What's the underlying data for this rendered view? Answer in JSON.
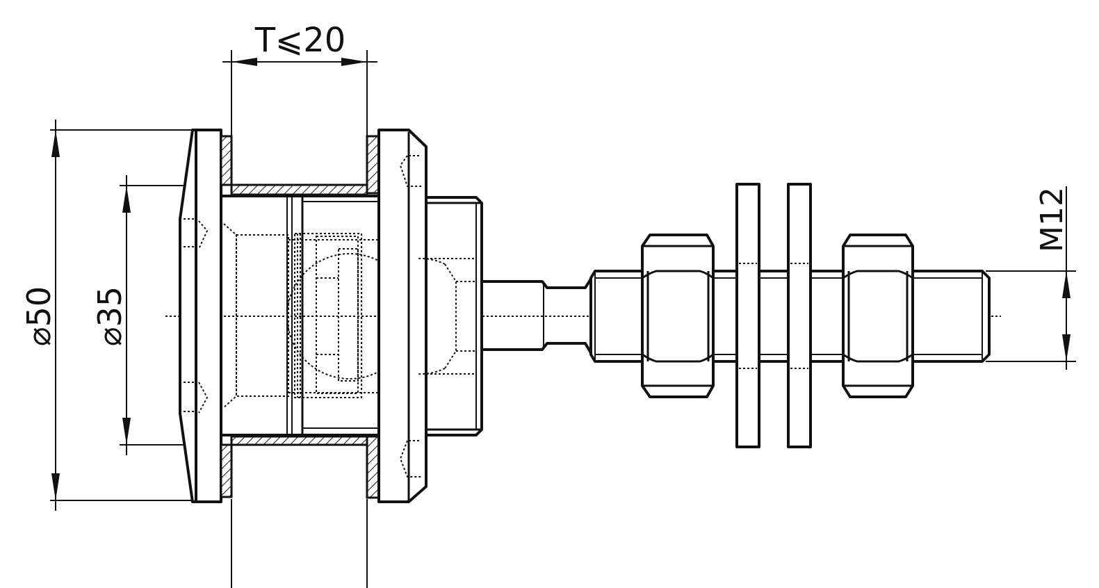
{
  "labels": {
    "thickness": "T⩽20",
    "outer_diameter": "⌀50",
    "inner_diameter": "⌀35",
    "thread": "M12"
  }
}
